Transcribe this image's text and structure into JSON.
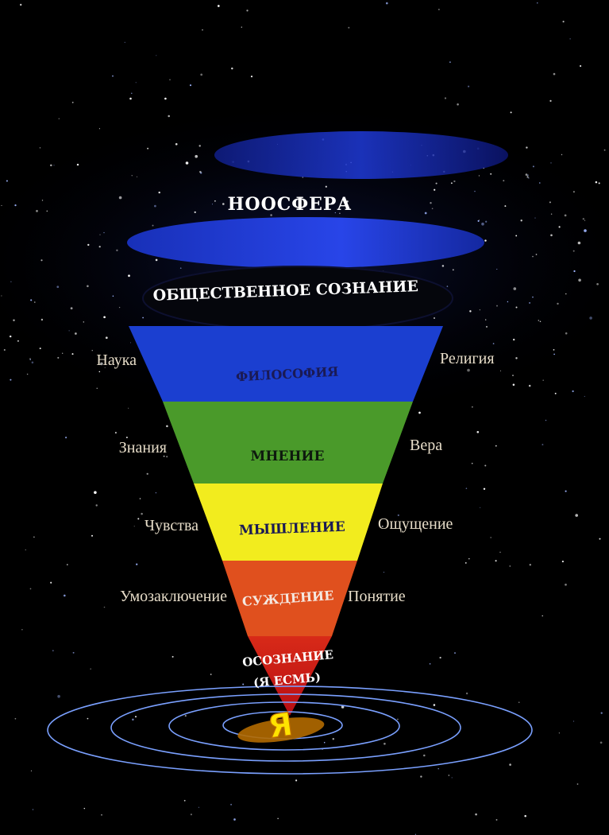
{
  "diagram": {
    "levels": {
      "noosphere": "НООСФЕРА",
      "social_consciousness": "ОБЩЕСТВЕННОЕ СОЗНАНИЕ",
      "philosophy": "ФИЛОСОФИЯ",
      "opinion": "МНЕНИЕ",
      "thinking": "МЫШЛЕНИЕ",
      "judgment": "СУЖДЕНИЕ",
      "awareness_line1": "ОСОЗНАНИЕ",
      "awareness_line2": "(Я ЕСМЬ)",
      "self": "Я"
    },
    "left_labels": {
      "science": "Наука",
      "knowledge": "Знания",
      "feelings": "Чувства",
      "inference": "Умозаключение"
    },
    "right_labels": {
      "religion": "Религия",
      "faith": "Вера",
      "sensation": "Ощущение",
      "concept": "Понятие"
    },
    "colors": {
      "background": "#000000",
      "star": "#ffffff",
      "disk_blue": "#1a35c8",
      "philosophy_band": "#1b3fd0",
      "opinion_band": "#4a9a2a",
      "thinking_band": "#f2ec1e",
      "judgment_band": "#e0501e",
      "awareness_band": "#d02418",
      "self_letter": "#ffe400",
      "orbit": "#7aa0ff",
      "side_text": "#e6dcc8"
    }
  }
}
